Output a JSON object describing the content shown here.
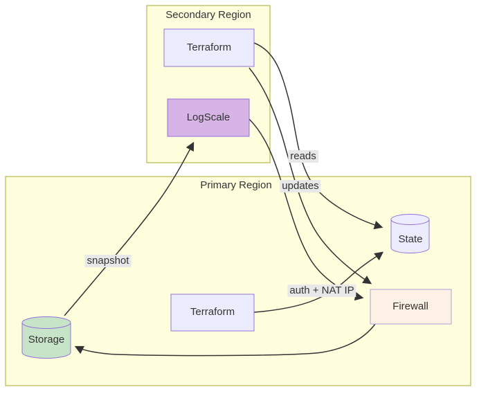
{
  "diagram": {
    "type": "flowchart",
    "clusters": [
      {
        "id": "secondary-region",
        "label": "Secondary Region"
      },
      {
        "id": "primary-region",
        "label": "Primary Region"
      }
    ],
    "nodes": [
      {
        "id": "terraform-secondary",
        "label": "Terraform",
        "shape": "rect",
        "fill": "#ececff",
        "stroke": "#9370db"
      },
      {
        "id": "logscale",
        "label": "LogScale",
        "shape": "rect",
        "fill": "#d6b4e6",
        "stroke": "#9370db"
      },
      {
        "id": "state",
        "label": "State",
        "shape": "cylinder",
        "fill": "#ececff",
        "stroke": "#9370db"
      },
      {
        "id": "firewall",
        "label": "Firewall",
        "shape": "rect",
        "fill": "#fdf0e4",
        "stroke": "#b39ddb"
      },
      {
        "id": "terraform-primary",
        "label": "Terraform",
        "shape": "rect",
        "fill": "#ececff",
        "stroke": "#9370db"
      },
      {
        "id": "storage",
        "label": "Storage",
        "shape": "cylinder",
        "fill": "#c8e4c8",
        "stroke": "#9370db"
      }
    ],
    "edges": [
      {
        "from": "terraform-secondary",
        "to": "state",
        "label": "reads"
      },
      {
        "from": "terraform-secondary",
        "to": "firewall",
        "label": "updates"
      },
      {
        "from": "logscale",
        "to": "firewall",
        "label": ""
      },
      {
        "from": "terraform-primary",
        "to": "state",
        "label": "auth + NAT IP"
      },
      {
        "from": "firewall",
        "to": "storage",
        "label": ""
      },
      {
        "from": "storage",
        "to": "logscale",
        "label": "snapshot"
      }
    ],
    "colors": {
      "cluster_fill": "#ffffde",
      "cluster_border": "#aaaa33",
      "edge_stroke": "#333333",
      "edge_label_bg": "#e8e8e8",
      "text": "#333333"
    }
  }
}
